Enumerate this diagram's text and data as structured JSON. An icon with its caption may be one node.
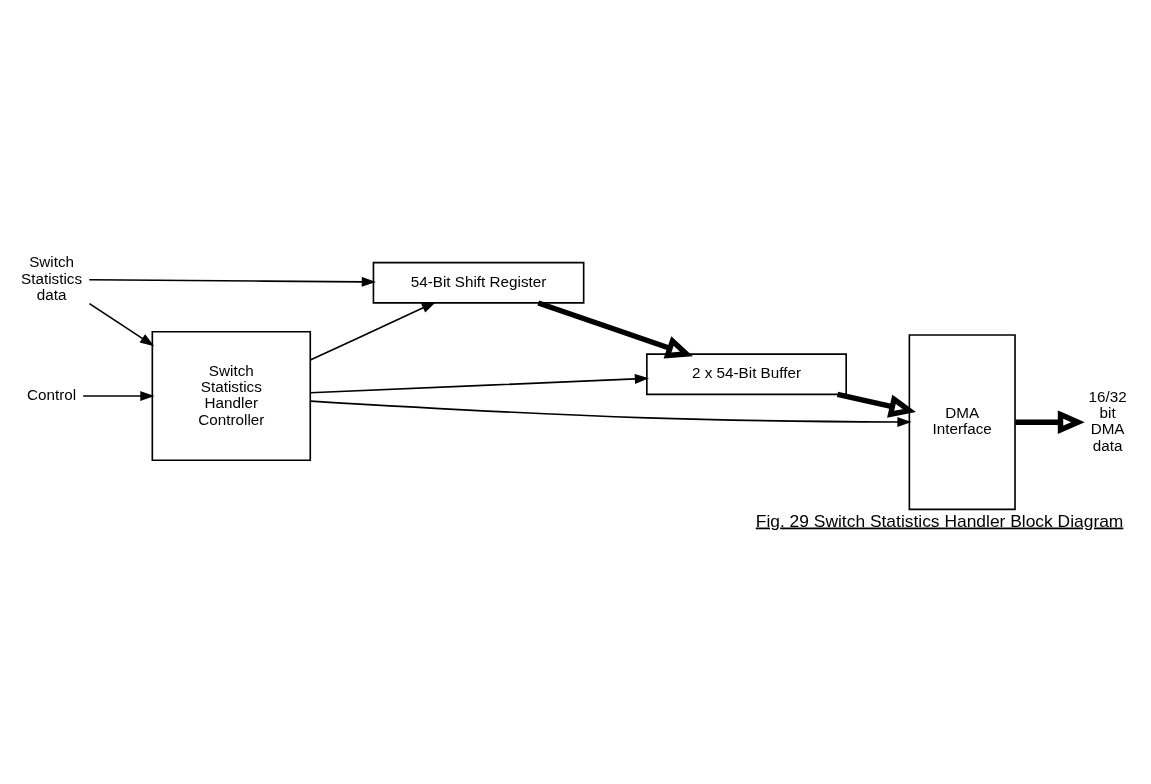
{
  "diagram": {
    "caption": "Fig. 29 Switch Statistics Handler Block Diagram",
    "nodes": [
      {
        "text": [
          "54-Bit Shift Register"
        ]
      },
      {
        "text": [
          "2 x 54-Bit Buffer"
        ]
      },
      {
        "text": [
          "Switch Statistics Handler Controller"
        ]
      },
      {
        "text": [
          "DMA Interface"
        ]
      },
      {
        "text": [
          "Switch Statistics data"
        ]
      },
      {
        "text": [
          "Control"
        ]
      },
      {
        "text": [
          "16/32 bit DMA data"
        ]
      }
    ],
    "edges": [
      {
        "from": 4,
        "to": 0,
        "arrow": "to"
      },
      {
        "from": 4,
        "to": 2,
        "arrow": "to"
      },
      {
        "from": 2,
        "to": 0,
        "arrow": "to"
      },
      {
        "from": 0,
        "to": 1,
        "arrow": "to",
        "style": "thick"
      },
      {
        "from": 1,
        "to": 3,
        "arrow": "to",
        "style": "thick"
      },
      {
        "from": 2,
        "to": 1,
        "arrow": "to"
      },
      {
        "from": 2,
        "to": 3,
        "arrow": "to"
      },
      {
        "from": 5,
        "to": 2,
        "arrow": "to"
      },
      {
        "from": 3,
        "to": 6,
        "arrow": "to",
        "style": "thick"
      }
    ]
  }
}
